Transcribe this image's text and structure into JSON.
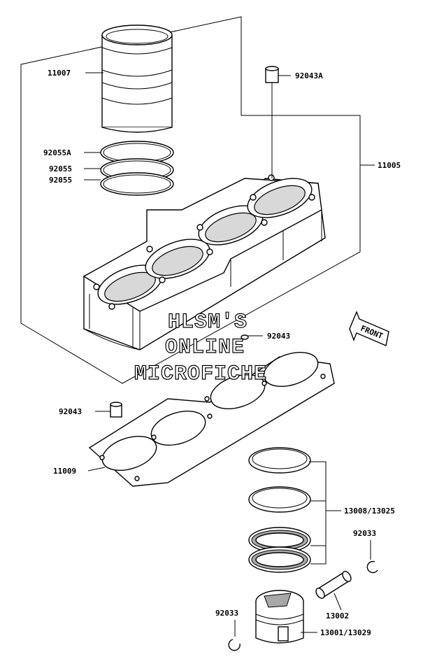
{
  "parts": {
    "p11007": "11007",
    "p92043A": "92043A",
    "p92055A": "92055A",
    "p92055a": "92055",
    "p92055b": "92055",
    "p11005": "11005",
    "p92043_top": "92043",
    "p92043_left": "92043",
    "p11009": "11009",
    "p13008": "13008/13025",
    "p92033_right": "92033",
    "p13002": "13002",
    "p92033_left": "92033",
    "p13001": "13001/13029"
  },
  "front_arrow": "FRONT",
  "watermark": {
    "line1": "HLSM'S",
    "line2": "ONLINE",
    "line3": "MICROFICHE"
  },
  "colors": {
    "line": "#000000",
    "background": "#ffffff"
  }
}
